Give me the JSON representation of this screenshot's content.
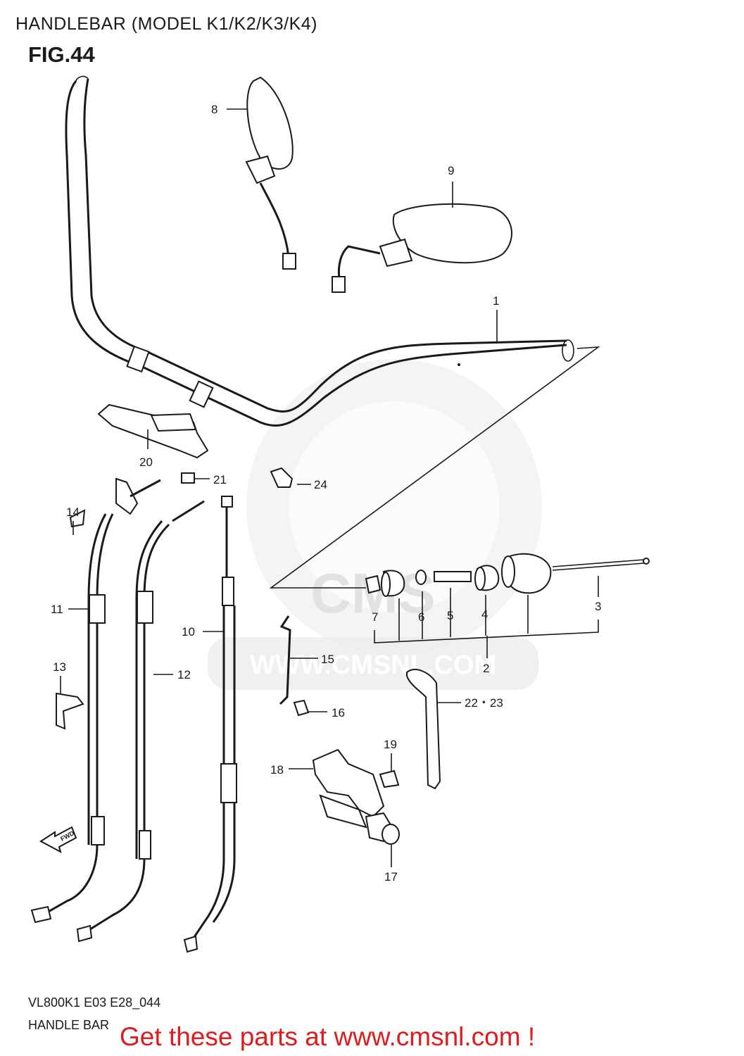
{
  "header": {
    "title": "HANDLEBAR (MODEL K1/K2/K3/K4)",
    "figure": "FIG.44"
  },
  "footer": {
    "code": "VL800K1 E03 E28_044",
    "name": "HANDLE BAR",
    "promo": "Get these parts at www.cmsnl.com !"
  },
  "watermark": {
    "logo_text": "CMS",
    "url_text": "WWW.CMSNL.COM"
  },
  "direction": {
    "label": "FWD"
  },
  "callouts": [
    {
      "id": "1",
      "text": "1"
    },
    {
      "id": "2",
      "text": "2"
    },
    {
      "id": "3",
      "text": "3"
    },
    {
      "id": "4",
      "text": "4"
    },
    {
      "id": "5",
      "text": "5"
    },
    {
      "id": "6",
      "text": "6"
    },
    {
      "id": "7",
      "text": "7"
    },
    {
      "id": "8",
      "text": "8"
    },
    {
      "id": "9",
      "text": "9"
    },
    {
      "id": "10",
      "text": "10"
    },
    {
      "id": "11",
      "text": "11"
    },
    {
      "id": "12",
      "text": "12"
    },
    {
      "id": "13",
      "text": "13"
    },
    {
      "id": "14",
      "text": "14"
    },
    {
      "id": "15",
      "text": "15"
    },
    {
      "id": "16",
      "text": "16"
    },
    {
      "id": "17",
      "text": "17"
    },
    {
      "id": "18",
      "text": "18"
    },
    {
      "id": "19",
      "text": "19"
    },
    {
      "id": "20",
      "text": "20"
    },
    {
      "id": "21",
      "text": "21"
    },
    {
      "id": "22_23",
      "text": "22・23"
    },
    {
      "id": "24",
      "text": "24"
    }
  ]
}
